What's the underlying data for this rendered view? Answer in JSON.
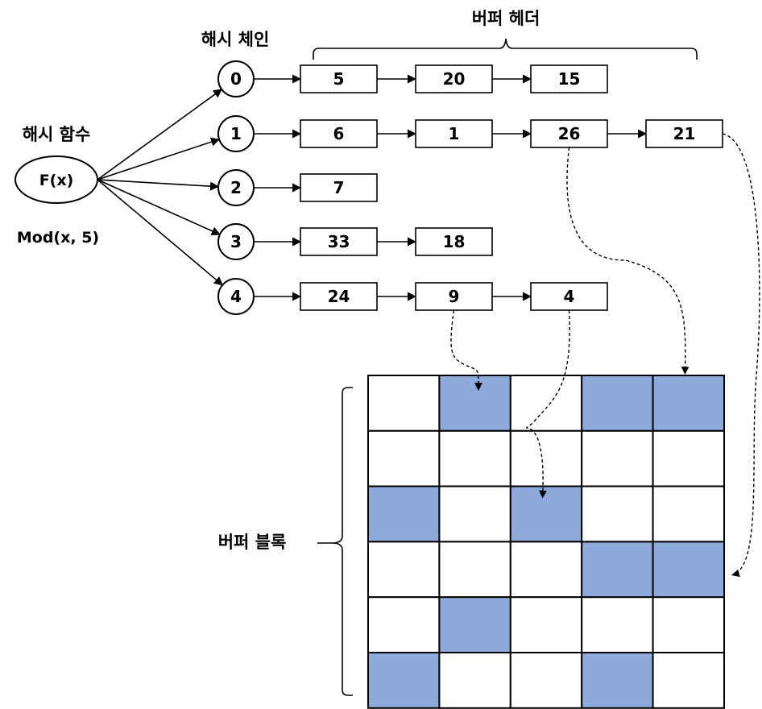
{
  "labels": {
    "hash_function_title": "해시 함수",
    "hash_function": "F(x)",
    "hash_formula": "Mod(x, 5)",
    "hash_chain_title": "해시 체인",
    "buffer_header_title": "버퍼 헤더",
    "buffer_block_title": "버퍼 블록"
  },
  "chains": [
    {
      "index": "0",
      "buffers": [
        "5",
        "20",
        "15"
      ]
    },
    {
      "index": "1",
      "buffers": [
        "6",
        "1",
        "26",
        "21"
      ]
    },
    {
      "index": "2",
      "buffers": [
        "7"
      ]
    },
    {
      "index": "3",
      "buffers": [
        "33",
        "18"
      ]
    },
    {
      "index": "4",
      "buffers": [
        "24",
        "9",
        "4"
      ]
    }
  ],
  "block_grid": {
    "rows": 6,
    "cols": 5,
    "filled": [
      [
        0,
        1
      ],
      [
        0,
        3
      ],
      [
        0,
        4
      ],
      [
        2,
        0
      ],
      [
        2,
        2
      ],
      [
        3,
        3
      ],
      [
        3,
        4
      ],
      [
        4,
        1
      ],
      [
        5,
        0
      ],
      [
        5,
        3
      ]
    ],
    "fill_color": "#8eaadb",
    "empty_color": "#ffffff"
  },
  "block_links": [
    {
      "chain": 4,
      "buffer": 1,
      "row": 0,
      "col": 1
    },
    {
      "chain": 4,
      "buffer": 2,
      "row": 2,
      "col": 2
    },
    {
      "chain": 1,
      "buffer": 2,
      "row": 0,
      "col": 4
    },
    {
      "chain": 1,
      "buffer": 3,
      "row": 3,
      "col": 4
    }
  ]
}
